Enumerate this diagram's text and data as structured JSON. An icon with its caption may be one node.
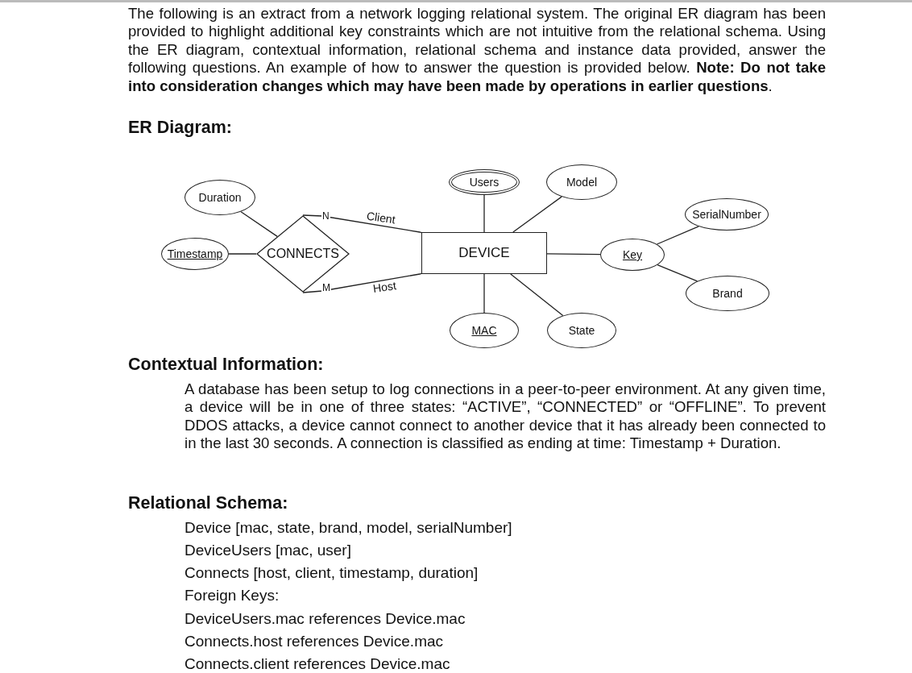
{
  "diagram": {
    "nodes": [
      {
        "text": [
          "Users"
        ]
      },
      {
        "text": [
          "Model"
        ]
      },
      {
        "text": [
          "Duration"
        ]
      },
      {
        "text": [
          "SerialNumber"
        ]
      },
      {
        "text": [
          "Timestamp"
        ]
      },
      {
        "text": [
          "CONNECTS"
        ]
      },
      {
        "text": [
          "DEVICE"
        ]
      },
      {
        "text": [
          "Key"
        ]
      },
      {
        "text": [
          "Brand"
        ]
      },
      {
        "text": [
          "MAC"
        ]
      },
      {
        "text": [
          "State"
        ]
      }
    ],
    "edges": [
      {
        "from": 2,
        "to": 5,
        "arrow": "none"
      },
      {
        "from": 4,
        "to": 5,
        "arrow": "none"
      },
      {
        "from": 5,
        "to": 6,
        "arrow": "none",
        "label": "Client"
      },
      {
        "from": 5,
        "to": 6,
        "arrow": "none",
        "label": "Host"
      },
      {
        "from": 0,
        "to": 6,
        "arrow": "none"
      },
      {
        "from": 1,
        "to": 6,
        "arrow": "none"
      },
      {
        "from": 6,
        "to": 7,
        "arrow": "none"
      },
      {
        "from": 7,
        "to": 3,
        "arrow": "none"
      },
      {
        "from": 7,
        "to": 8,
        "arrow": "none"
      },
      {
        "from": 6,
        "to": 9,
        "arrow": "none"
      },
      {
        "from": 6,
        "to": 10,
        "arrow": "none"
      }
    ],
    "labels": [
      "The following is an extract from a network logging relational system. The original ER diagram has been provided to highlight additional key constraints which are not intuitive from the relational schema. Using the ER diagram, contextual information, relational schema and instance data provided, answer the following questions. An example of how to answer the question is provided below. **Note: Do not take into consideration changes which may have been made by operations in earlier questions**.",
      "ER Diagram:",
      "N",
      "M",
      "Contextual Information:",
      "A database has been setup to log connections in a peer-to-peer environment. At any given time, a device will be in one of three states: “ACTIVE”, “CONNECTED” or “OFFLINE”. To prevent DDOS attacks, a device cannot connect to another device that it has already been connected to in the last 30 seconds. A connection is classified as ending at time: Timestamp + Duration.",
      "Relational Schema:",
      "Device [mac, state, brand, model, serialNumber]",
      "DeviceUsers [mac, user]",
      "Connects [host, client, timestamp, duration]",
      "Foreign Keys:",
      "DeviceUsers.mac references Device.mac",
      "Connects.host references Device.mac",
      "Connects.client references Device.mac"
    ]
  }
}
